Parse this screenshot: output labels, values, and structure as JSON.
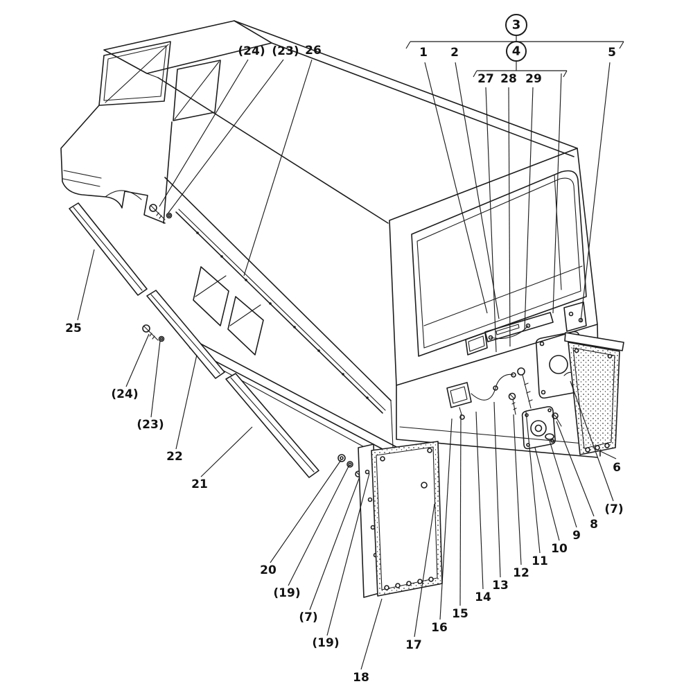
{
  "figure": {
    "kind": "exploded-parts-diagram",
    "subject": "Truck cab and rear body: side mouldings, mud flaps, rear latch hardware",
    "background_color": "#ffffff",
    "line_color": "#1c1c1c"
  },
  "callouts": {
    "circled": [
      {
        "text": "3"
      },
      {
        "text": "4"
      }
    ],
    "labels": [
      {
        "text": "(24)"
      },
      {
        "text": "(23)"
      },
      {
        "text": "26"
      },
      {
        "text": "1"
      },
      {
        "text": "2"
      },
      {
        "text": "27"
      },
      {
        "text": "28"
      },
      {
        "text": "29"
      },
      {
        "text": "5"
      },
      {
        "text": "25"
      },
      {
        "text": "(24)"
      },
      {
        "text": "(23)"
      },
      {
        "text": "22"
      },
      {
        "text": "21"
      },
      {
        "text": "20"
      },
      {
        "text": "(19)"
      },
      {
        "text": "(7)"
      },
      {
        "text": "(19)"
      },
      {
        "text": "18"
      },
      {
        "text": "17"
      },
      {
        "text": "16"
      },
      {
        "text": "15"
      },
      {
        "text": "14"
      },
      {
        "text": "13"
      },
      {
        "text": "12"
      },
      {
        "text": "11"
      },
      {
        "text": "10"
      },
      {
        "text": "9"
      },
      {
        "text": "8"
      },
      {
        "text": "(7)"
      },
      {
        "text": "6"
      }
    ]
  }
}
